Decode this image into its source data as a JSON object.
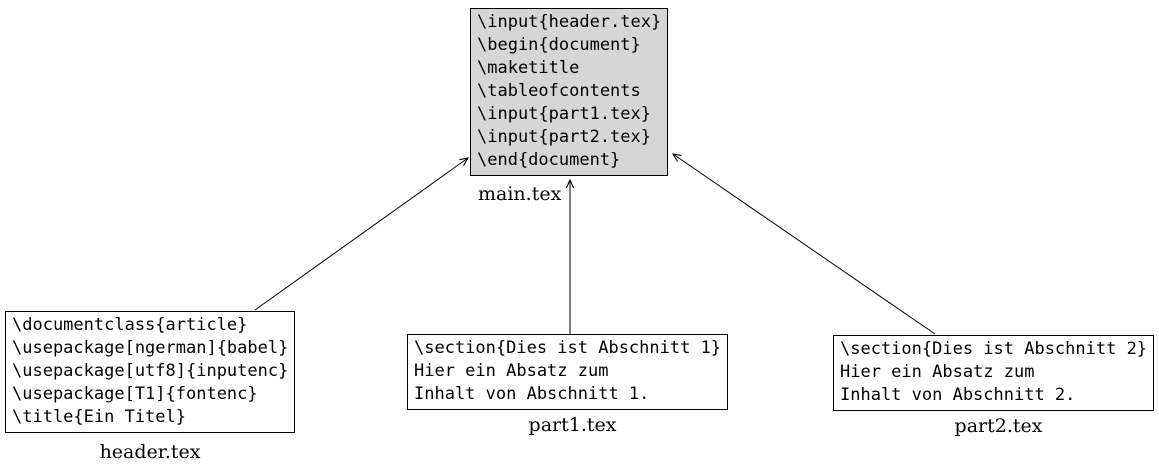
{
  "diagram": {
    "title_semantic": "LaTeX multi-file document structure",
    "colors": {
      "main_box_fill": "#d6d6d6",
      "box_fill": "#ffffff",
      "box_border": "#000000",
      "edge_line": "#000000",
      "text": "#000000",
      "background": "#ffffff"
    },
    "nodes": {
      "main": {
        "label": "main.tex",
        "code": [
          "\\input{header.tex}",
          "\\begin{document}",
          "\\maketitle",
          "\\tableofcontents",
          "\\input{part1.tex}",
          "\\input{part2.tex}",
          "\\end{document}"
        ]
      },
      "header": {
        "label": "header.tex",
        "code": [
          "\\documentclass{article}",
          "\\usepackage[ngerman]{babel}",
          "\\usepackage[utf8]{inputenc}",
          "\\usepackage[T1]{fontenc}",
          "\\title{Ein Titel}"
        ]
      },
      "part1": {
        "label": "part1.tex",
        "code": [
          "\\section{Dies ist Abschnitt 1}",
          "Hier ein Absatz zum",
          "Inhalt von Abschnitt 1."
        ]
      },
      "part2": {
        "label": "part2.tex",
        "code": [
          "\\section{Dies ist Abschnitt 2}",
          "Hier ein Absatz zum",
          "Inhalt von Abschnitt 2."
        ]
      }
    },
    "edges": [
      {
        "from": "header.tex",
        "to": "main.tex",
        "arrowhead": "at-main"
      },
      {
        "from": "part1.tex",
        "to": "main.tex",
        "arrowhead": "at-main"
      },
      {
        "from": "part2.tex",
        "to": "main.tex",
        "arrowhead": "at-main"
      }
    ]
  }
}
